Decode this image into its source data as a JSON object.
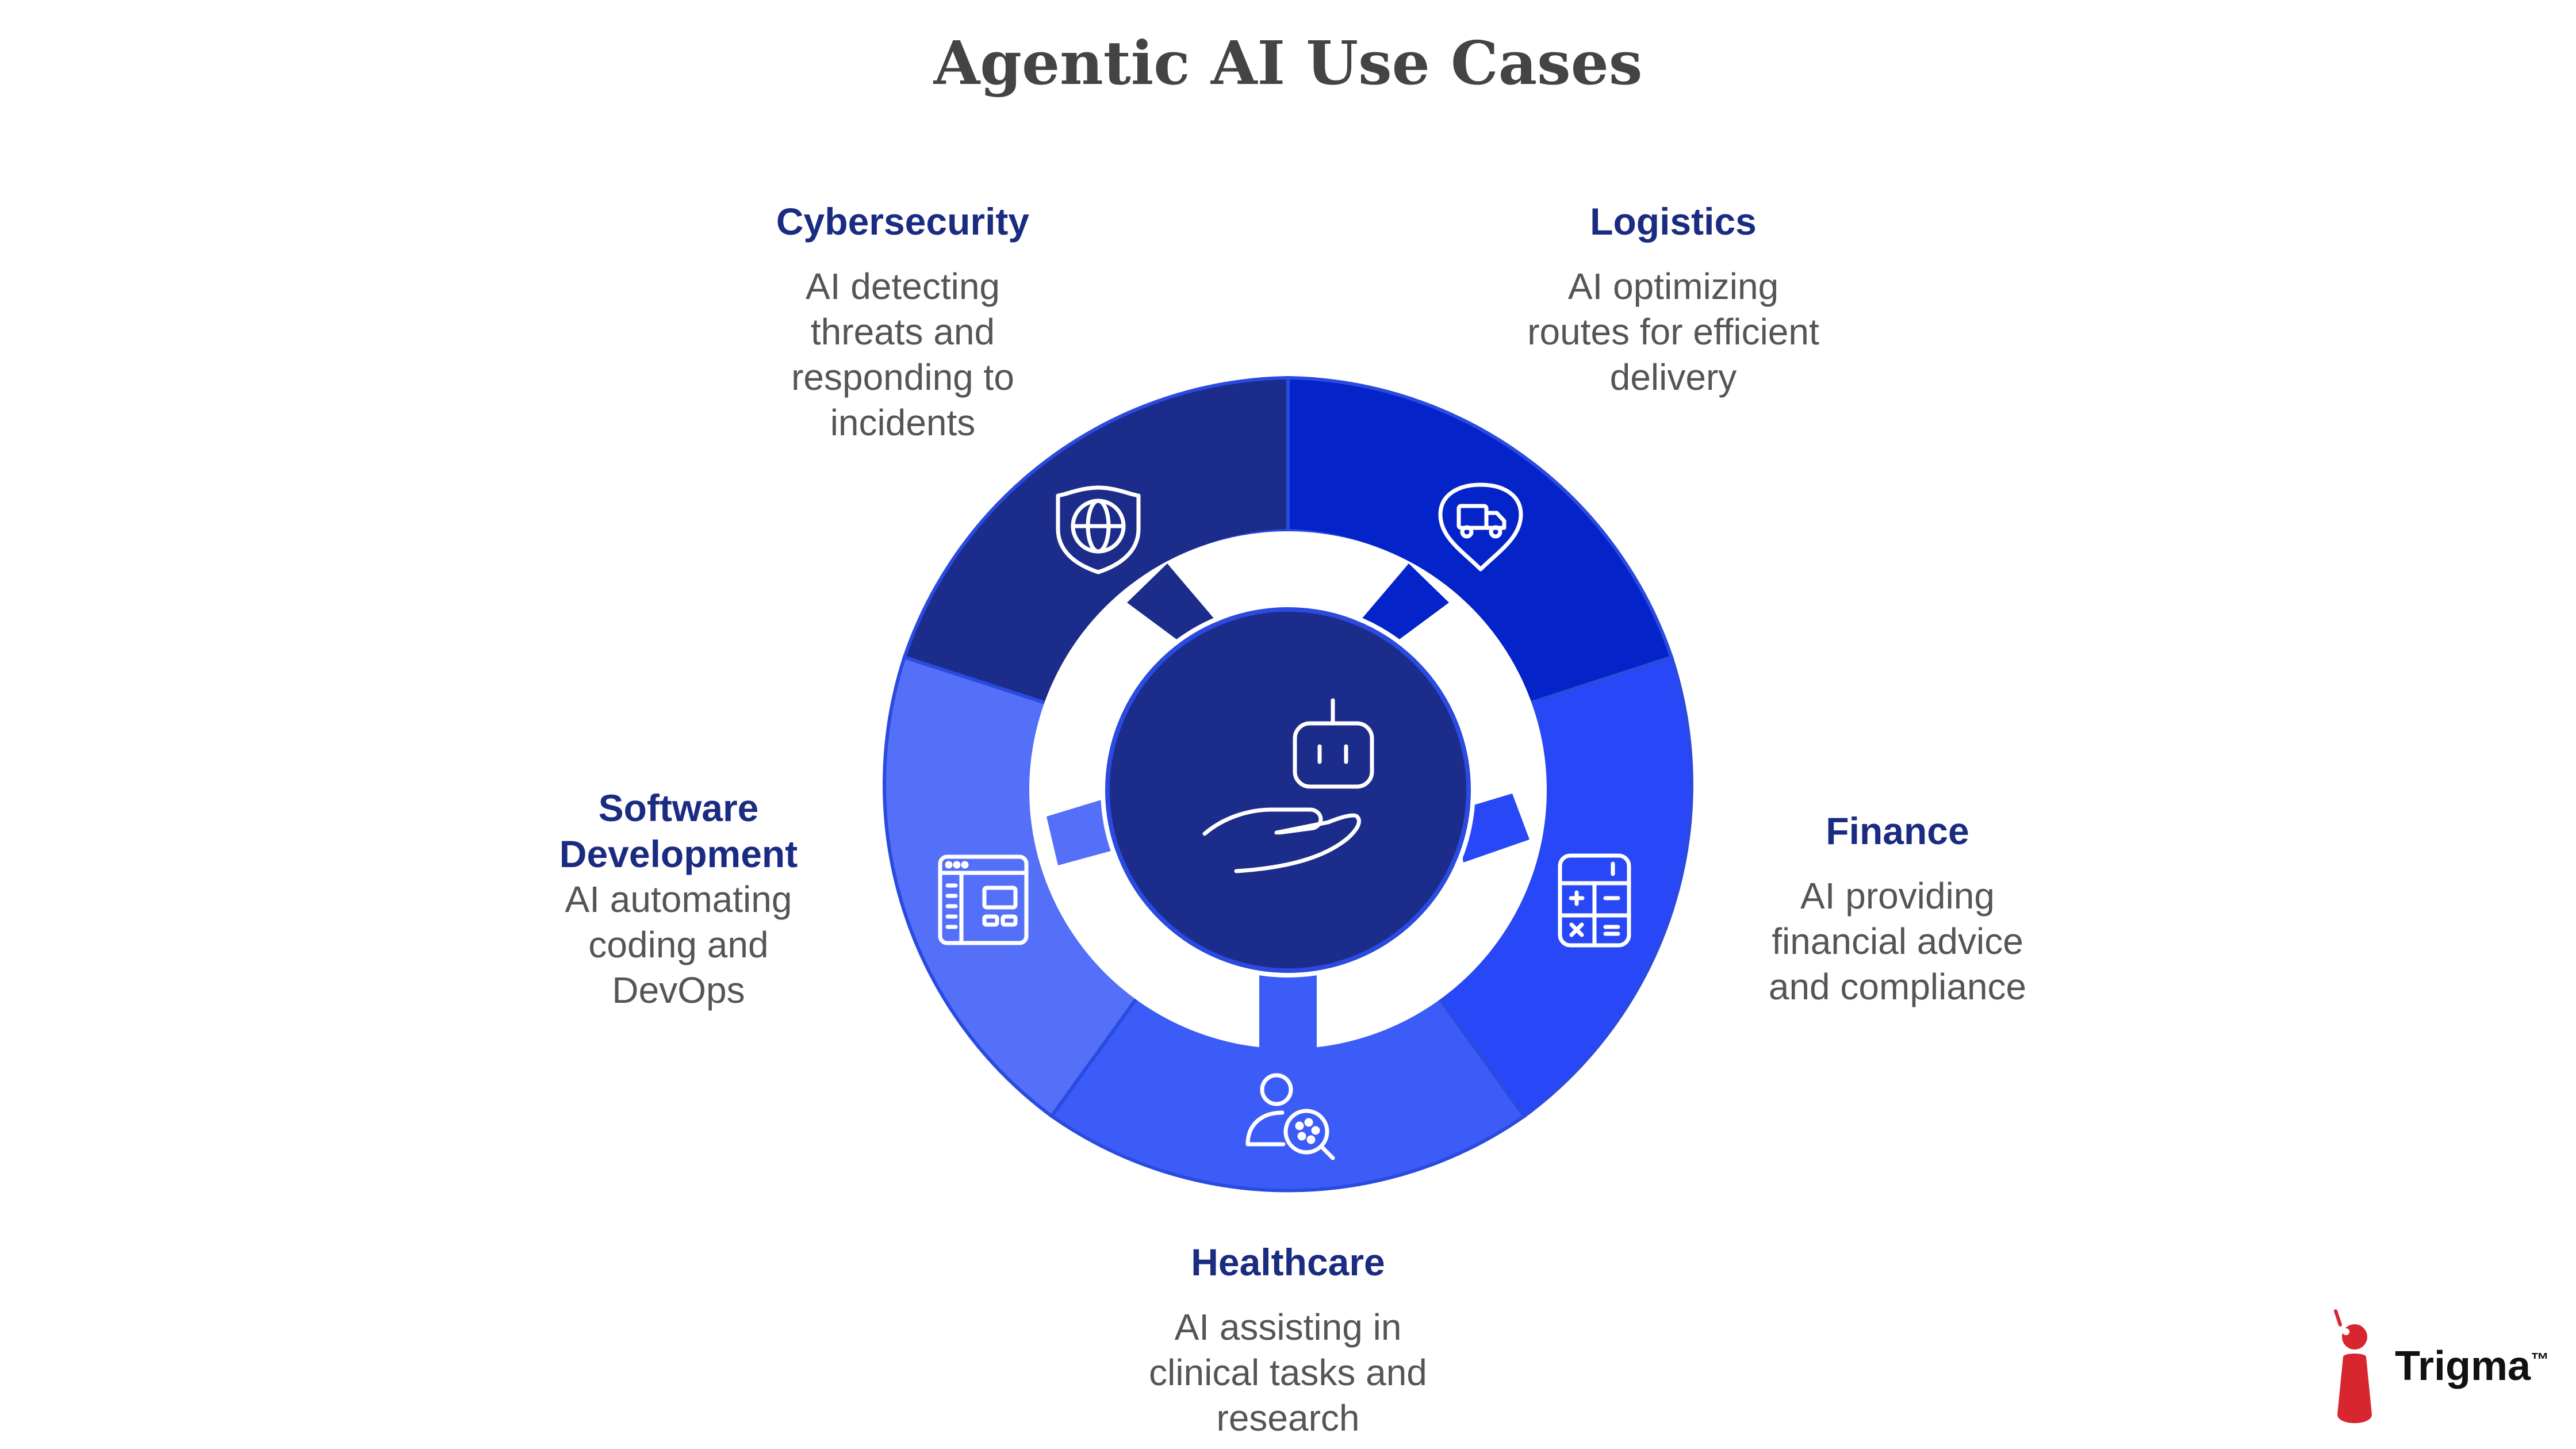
{
  "title": "Agentic AI Use Cases",
  "segments": [
    {
      "id": "cybersecurity",
      "label": "Cybersecurity",
      "description": [
        "AI detecting",
        "threats and",
        "responding to",
        "incidents"
      ],
      "icon": "shield-globe-icon",
      "color": "#1c2c8b"
    },
    {
      "id": "logistics",
      "label": "Logistics",
      "description": [
        "AI optimizing",
        "routes for efficient",
        "delivery"
      ],
      "icon": "truck-location-icon",
      "color": "#0424c9"
    },
    {
      "id": "finance",
      "label": "Finance",
      "description": [
        "AI providing",
        "financial advice",
        "and compliance"
      ],
      "icon": "calculator-icon",
      "color": "#2848f7"
    },
    {
      "id": "healthcare",
      "label": "Healthcare",
      "description": [
        "AI assisting in",
        "clinical tasks and",
        "research"
      ],
      "icon": "doctor-microscope-icon",
      "color": "#3c5cf7"
    },
    {
      "id": "software-development",
      "label_lines": [
        "Software",
        "Development"
      ],
      "description": [
        "AI automating",
        "coding and",
        "DevOps"
      ],
      "icon": "browser-layout-icon",
      "color": "#5470f8"
    }
  ],
  "center": {
    "icon": "robot-hand-icon",
    "color": "#1c2c8b"
  },
  "brand": {
    "name": "Trigma",
    "mark": "™",
    "color": "#d8262e"
  }
}
